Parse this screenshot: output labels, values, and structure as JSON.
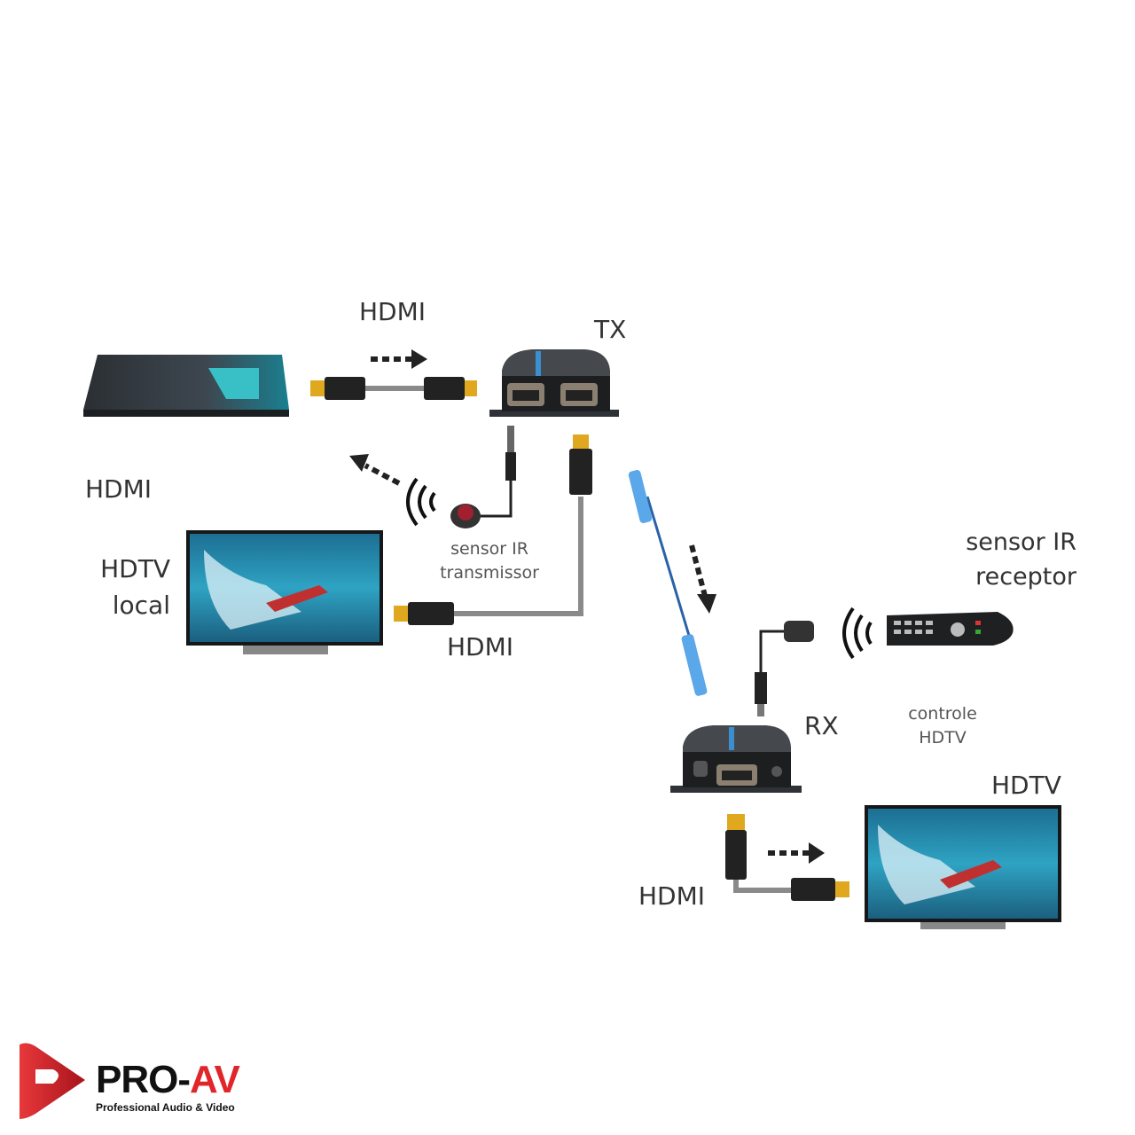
{
  "labels": {
    "hdmi_top": "HDMI",
    "tx": "TX",
    "hdmi_left": "HDMI",
    "hdtv_local_line1": "HDTV",
    "hdtv_local_line2": "local",
    "sensor_tx_line1": "sensor IR",
    "sensor_tx_line2": "transmissor",
    "hdmi_mid": "HDMI",
    "sensor_rx_line1": "sensor IR",
    "sensor_rx_line2": "receptor",
    "rx": "RX",
    "controle_line1": "controle",
    "controle_line2": "HDTV",
    "hdtv_right": "HDTV",
    "hdmi_bottom": "HDMI"
  },
  "logo": {
    "brand_main": "PRO-",
    "brand_accent": "AV",
    "tagline": "Professional Audio & Video"
  },
  "colors": {
    "accent": "#e0262a",
    "device": "#3a3d40",
    "cable": "#8a8a8a",
    "connector": "#e0a81e",
    "ethernet": "#3f8fe0",
    "screen": "#2a8fb0"
  }
}
